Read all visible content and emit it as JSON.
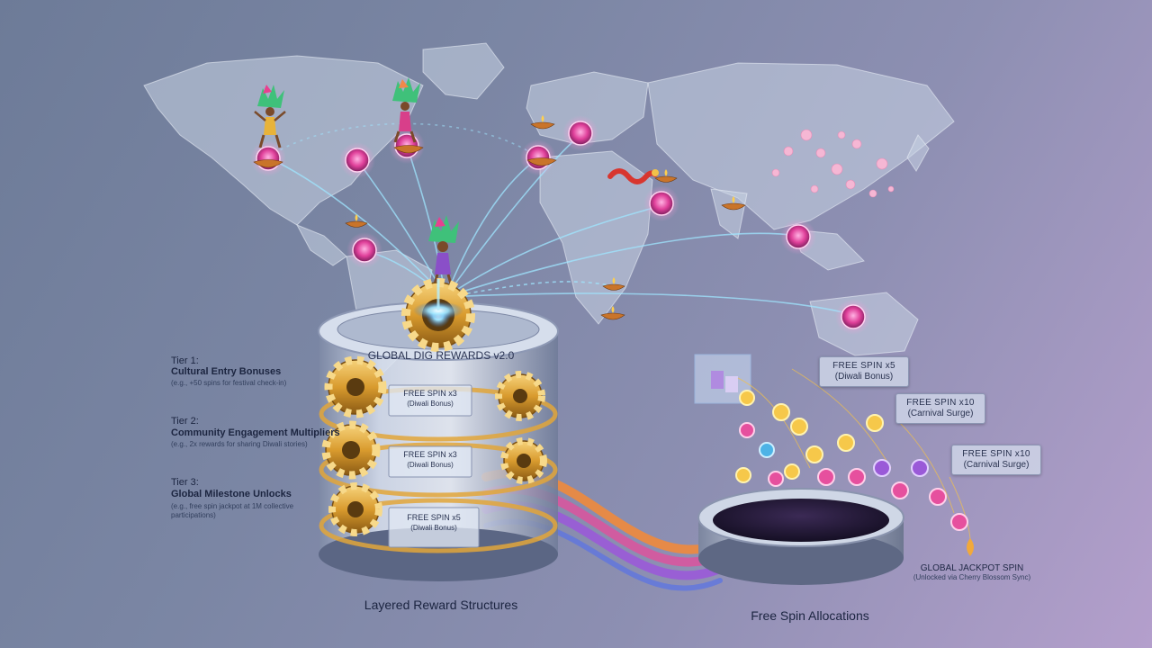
{
  "title": "GLOBAL DIG REWARDS v2.0",
  "tiers": [
    {
      "tier": "Tier 1:",
      "name": "Cultural Entry Bonuses",
      "example": "(e.g., +50 spins for festival check-in)"
    },
    {
      "tier": "Tier 2:",
      "name": "Community Engagement Multipliers",
      "example": "(e.g., 2x rewards for sharing Diwali stories)"
    },
    {
      "tier": "Tier 3:",
      "name": "Global Milestone Unlocks",
      "example": "(e.g., free spin jackpot at 1M collective participations)"
    }
  ],
  "drum_labels": [
    {
      "title": "FREE SPIN x3",
      "sub": "(Diwali Bonus)"
    },
    {
      "title": "FREE SPIN x3",
      "sub": "(Diwali Bonus)"
    },
    {
      "title": "FREE SPIN x5",
      "sub": "(Diwali Bonus)"
    }
  ],
  "spin_cards": [
    {
      "title": "FREE SPIN x5",
      "sub": "(Diwali Bonus)"
    },
    {
      "title": "FREE SPIN x10",
      "sub": "(Carnival Surge)"
    },
    {
      "title": "FREE SPIN x10",
      "sub": "(Carnival Surge)"
    }
  ],
  "jackpot": {
    "title": "GLOBAL JACKPOT SPIN",
    "sub": "(Unlocked via Cherry Blossom Sync)"
  },
  "captions": {
    "left": "Layered Reward Structures",
    "right": "Free Spin Allocations"
  },
  "colors": {
    "gold": "#e2a63a",
    "steel": "#b9c4d8",
    "glow": "#7fd4ff",
    "magenta": "#e0409a",
    "purple": "#8a4fc8",
    "orange": "#f29a3a"
  }
}
